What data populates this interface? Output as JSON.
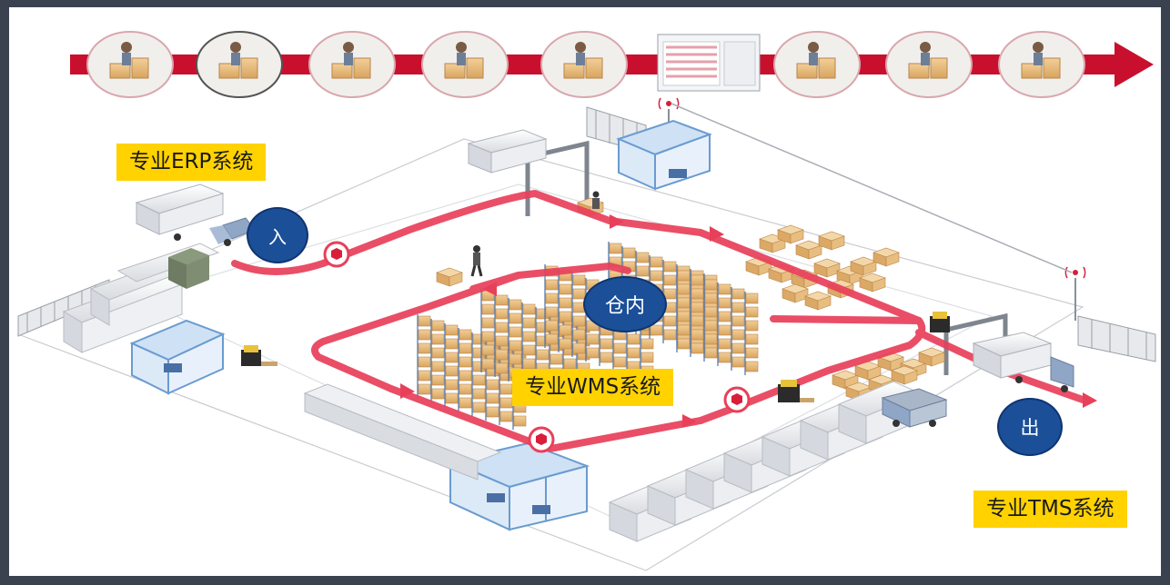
{
  "labels": {
    "erp": "专业ERP系统",
    "wms": "专业WMS系统",
    "tms": "专业TMS系统"
  },
  "badges": {
    "inbound": "入",
    "warehouse": "仓内",
    "outbound": "出"
  },
  "process_steps": [
    {
      "name": "order-entry-step-icon"
    },
    {
      "name": "receiving-step-icon"
    },
    {
      "name": "inspection-step-icon"
    },
    {
      "name": "putaway-step-icon"
    },
    {
      "name": "system-entry-step-icon"
    },
    {
      "name": "schedule-screen-step-icon"
    },
    {
      "name": "picking-step-icon"
    },
    {
      "name": "staging-step-icon"
    },
    {
      "name": "shipping-step-icon"
    }
  ],
  "colors": {
    "flow": "#e8405a",
    "arrow": "#c8102e",
    "label_bg": "#ffd200",
    "badge": "#1b4f98"
  }
}
